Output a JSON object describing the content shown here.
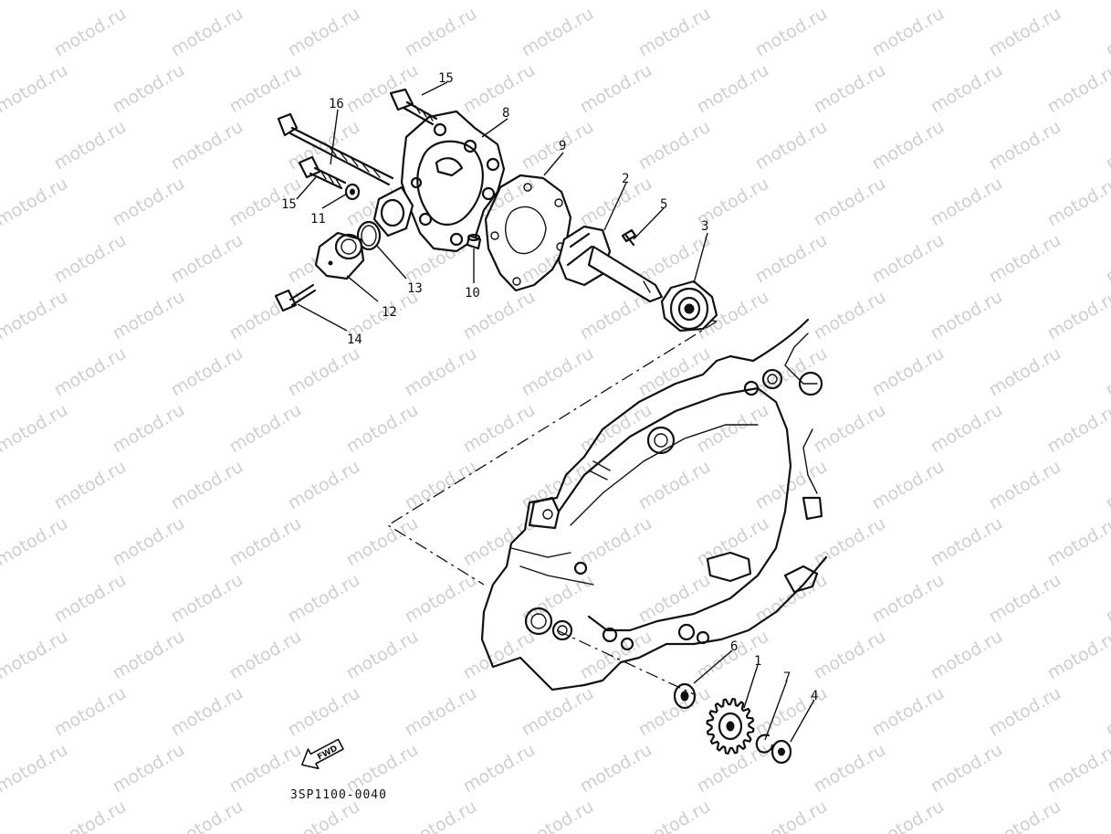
{
  "watermark": "motod.ru",
  "diagram_code": "3SP1100-0040",
  "fwd_label": "FWD",
  "callouts": [
    "1",
    "2",
    "3",
    "4",
    "5",
    "6",
    "7",
    "8",
    "9",
    "10",
    "11",
    "12",
    "13",
    "14",
    "15",
    "15",
    "16"
  ]
}
